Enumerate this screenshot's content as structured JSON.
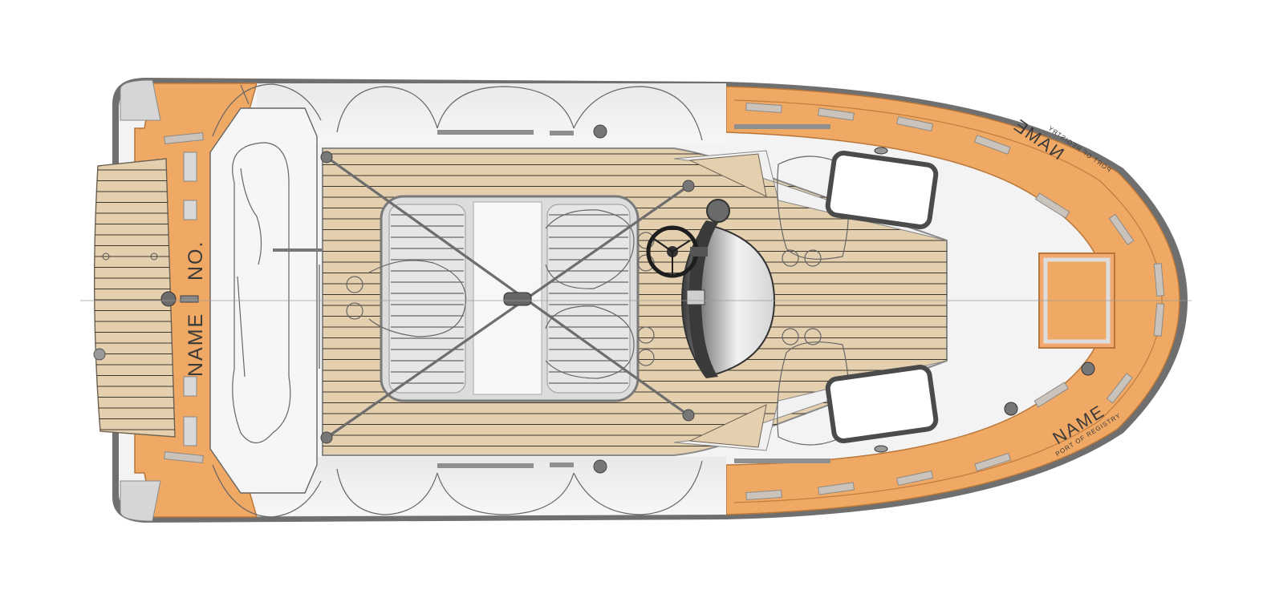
{
  "labels": {
    "transom_name": "NAME",
    "transom_number": "NO.",
    "bow_name_port": "NAME",
    "bow_name_starboard": "NAME",
    "bow_registry_port": "PORT OF REGISTRY",
    "bow_registry_starboard": "PORT OF REGISTRY"
  },
  "colors": {
    "tube_orange": "#f0a865",
    "tube_orange_dark": "#d98c45",
    "teak": "#e4cfae",
    "caulking": "#3c3830",
    "hull_white": "#f5f5f5",
    "hull_grey": "#dcdcdc",
    "rub_rail": "#6f6f6f",
    "console": "#4a4a4a"
  }
}
